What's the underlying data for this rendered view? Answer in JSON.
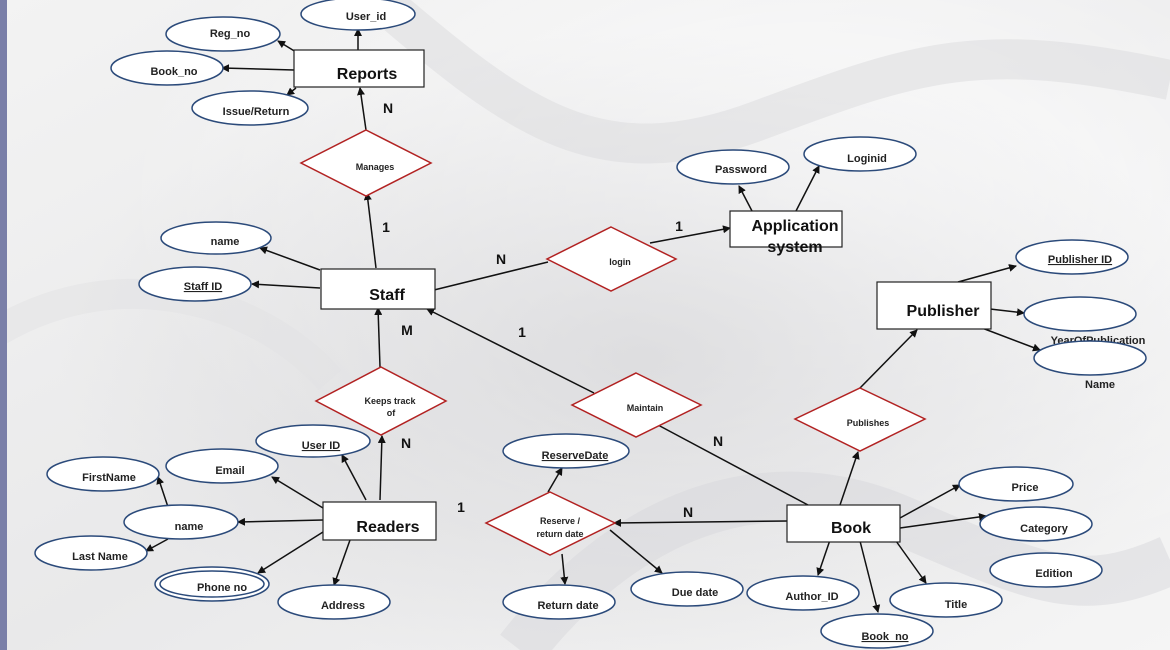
{
  "diagram": {
    "colors": {
      "entity_stroke": "#222222",
      "attribute_stroke": "#2b4a7a",
      "relationship_stroke": "#b22222",
      "line": "#111111"
    },
    "entities": [
      {
        "id": "reports",
        "label": "Reports"
      },
      {
        "id": "staff",
        "label": "Staff"
      },
      {
        "id": "appsys",
        "label_lines": [
          "Application",
          "system"
        ]
      },
      {
        "id": "publisher",
        "label": "Publisher"
      },
      {
        "id": "readers",
        "label": "Readers"
      },
      {
        "id": "book",
        "label": "Book"
      }
    ],
    "attributes": [
      {
        "id": "user_id_top",
        "label": "User_id",
        "underline": false
      },
      {
        "id": "reg_no",
        "label": "Reg_no",
        "underline": false
      },
      {
        "id": "book_no_top",
        "label": "Book_no",
        "underline": false
      },
      {
        "id": "issue_return",
        "label": "Issue/Return",
        "underline": false
      },
      {
        "id": "password",
        "label": "Password",
        "underline": false
      },
      {
        "id": "loginid",
        "label": "Loginid",
        "underline": false
      },
      {
        "id": "staff_name",
        "label": "name",
        "underline": false
      },
      {
        "id": "staff_id",
        "label": "Staff ID",
        "underline": true
      },
      {
        "id": "publisher_id",
        "label": "Publisher ID",
        "underline": true
      },
      {
        "id": "year_pub",
        "label": "YearOfPublication",
        "underline": false
      },
      {
        "id": "pub_name",
        "label": "Name",
        "underline": false
      },
      {
        "id": "reader_user_id",
        "label": "User ID",
        "underline": true
      },
      {
        "id": "email",
        "label": "Email",
        "underline": false
      },
      {
        "id": "firstname",
        "label": "FirstName",
        "underline": false
      },
      {
        "id": "reader_name",
        "label": "name",
        "underline": false
      },
      {
        "id": "lastname",
        "label": "Last Name",
        "underline": false
      },
      {
        "id": "phone",
        "label": "Phone no",
        "underline": false,
        "multivalued": true
      },
      {
        "id": "address",
        "label": "Address",
        "underline": false
      },
      {
        "id": "reservedate",
        "label": "ReserveDate",
        "underline": true
      },
      {
        "id": "returndate",
        "label": "Return date",
        "underline": false
      },
      {
        "id": "duedate",
        "label": "Due date",
        "underline": false
      },
      {
        "id": "price",
        "label": "Price",
        "underline": false
      },
      {
        "id": "category",
        "label": "Category",
        "underline": false
      },
      {
        "id": "edition",
        "label": "Edition",
        "underline": false
      },
      {
        "id": "author_id",
        "label": "Author_ID",
        "underline": false
      },
      {
        "id": "title",
        "label": "Title",
        "underline": false
      },
      {
        "id": "book_no",
        "label": "Book_no",
        "underline": true
      }
    ],
    "relationships": [
      {
        "id": "manages",
        "label_lines": [
          "Manages"
        ]
      },
      {
        "id": "login",
        "label_lines": [
          "login"
        ]
      },
      {
        "id": "keeps",
        "label_lines": [
          "Keeps track",
          "of"
        ]
      },
      {
        "id": "maintain",
        "label_lines": [
          "Maintain"
        ]
      },
      {
        "id": "publishes",
        "label_lines": [
          "Publishes"
        ]
      },
      {
        "id": "reserve",
        "label_lines": [
          "Reserve /",
          "return date"
        ]
      }
    ],
    "cardinalities": [
      {
        "id": "c_manages_reports",
        "label": "N"
      },
      {
        "id": "c_manages_staff",
        "label": "1"
      },
      {
        "id": "c_login_staff",
        "label": "N"
      },
      {
        "id": "c_login_app",
        "label": "1"
      },
      {
        "id": "c_keeps_staff",
        "label": "M"
      },
      {
        "id": "c_keeps_readers",
        "label": "N"
      },
      {
        "id": "c_maintain_staff",
        "label": "1"
      },
      {
        "id": "c_maintain_book",
        "label": "N"
      },
      {
        "id": "c_reserve_readers",
        "label": "1"
      },
      {
        "id": "c_reserve_book",
        "label": "N"
      }
    ]
  }
}
